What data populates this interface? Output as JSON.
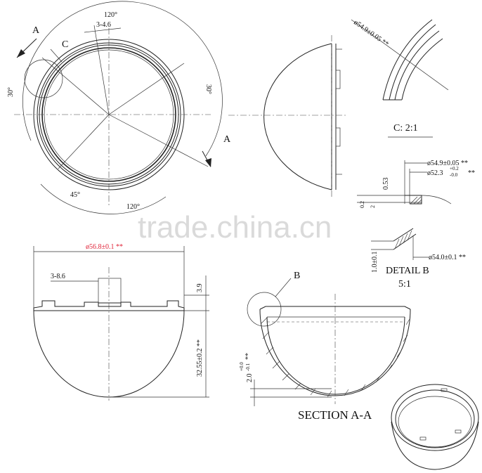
{
  "watermark": "trade.china.cn",
  "top_view": {
    "angle_top": "120°",
    "angle_bottom": "120°",
    "angle_left": "30°",
    "angle_right": "30°",
    "angle_lower": "45°",
    "dim_slot": "3-4.6",
    "section_mark_upper": "A",
    "section_mark_lower": "A",
    "detail_circle": "C"
  },
  "detail_c": {
    "dim": "ø54.9±0.05 **",
    "label": "C: 2:1"
  },
  "detail_b": {
    "dim_top_a": "ø54.9±0.05 **",
    "dim_top_b": "ø52.3",
    "dim_top_b_tol_upper": "+0.2",
    "dim_top_b_tol_lower": "-0.0",
    "dim_top_b_mark": "**",
    "dim_053": "0.53",
    "dim_02": "0.2",
    "dim_2": "2",
    "dim_wall": "1.0±0.1",
    "dim_bottom": "ø54.0±0.1 **",
    "title": "DETAIL B",
    "scale": "5:1"
  },
  "front_view": {
    "dim_diameter": "ø56.8±0.1 **",
    "dim_slot": "3-8.6",
    "dim_height_rim": "3.9",
    "dim_height_total": "32.55±0.2 **"
  },
  "section": {
    "label": "SECTION A-A",
    "detail_circle": "B",
    "dim_thickness": "2.0",
    "dim_thickness_tol_upper": "+0.0",
    "dim_thickness_tol_lower": "-0.1",
    "dim_thickness_mark": "**"
  }
}
